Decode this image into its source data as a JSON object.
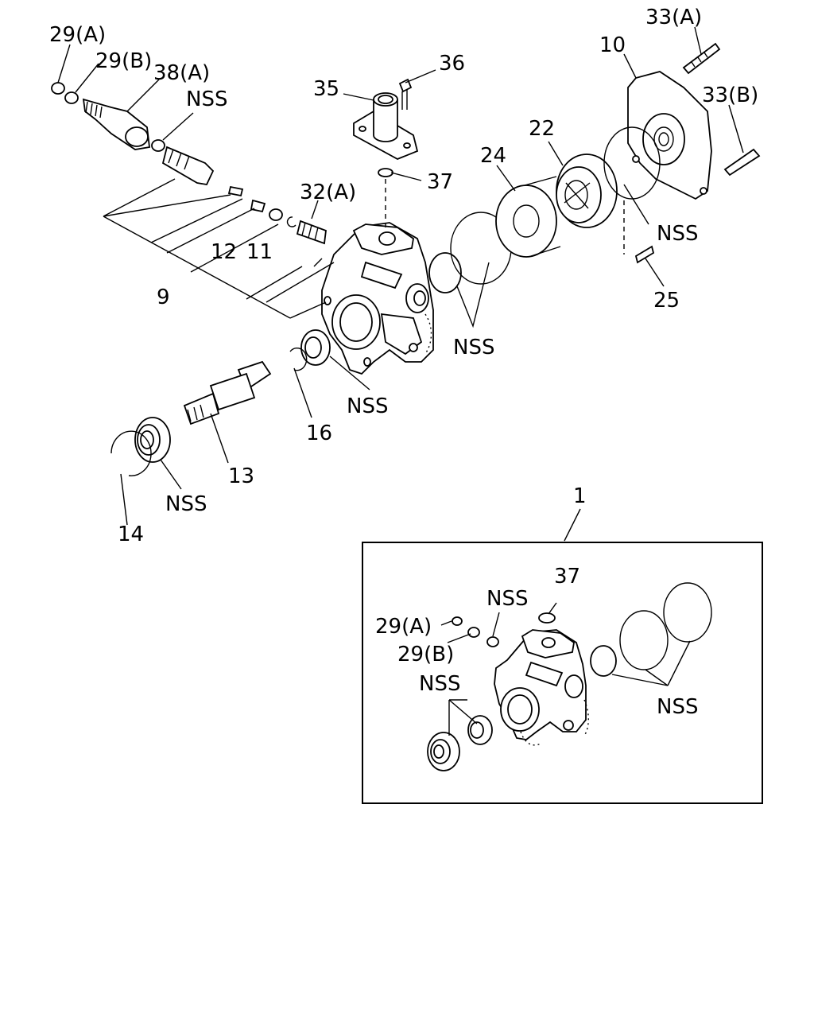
{
  "diagram": {
    "callouts": {
      "c29a_top": "29(A)",
      "c29b_top": "29(B)",
      "c38a": "38(A)",
      "nss_valve": "NSS",
      "c35": "35",
      "c36": "36",
      "c37_top": "37",
      "c33a": "33(A)",
      "c10": "10",
      "c33b": "33(B)",
      "c22": "22",
      "c24": "24",
      "c32a": "32(A)",
      "c12": "12",
      "c11": "11",
      "c9": "9",
      "nss_cover": "NSS",
      "c25": "25",
      "nss_rings": "NSS",
      "nss_bushing": "NSS",
      "c16": "16",
      "c13": "13",
      "nss_bearing": "NSS",
      "c14": "14",
      "c1": "1"
    },
    "inset": {
      "c37": "37",
      "nss_top": "NSS",
      "c29a": "29(A)",
      "c29b": "29(B)",
      "nss_left": "NSS",
      "nss_right": "NSS"
    }
  }
}
